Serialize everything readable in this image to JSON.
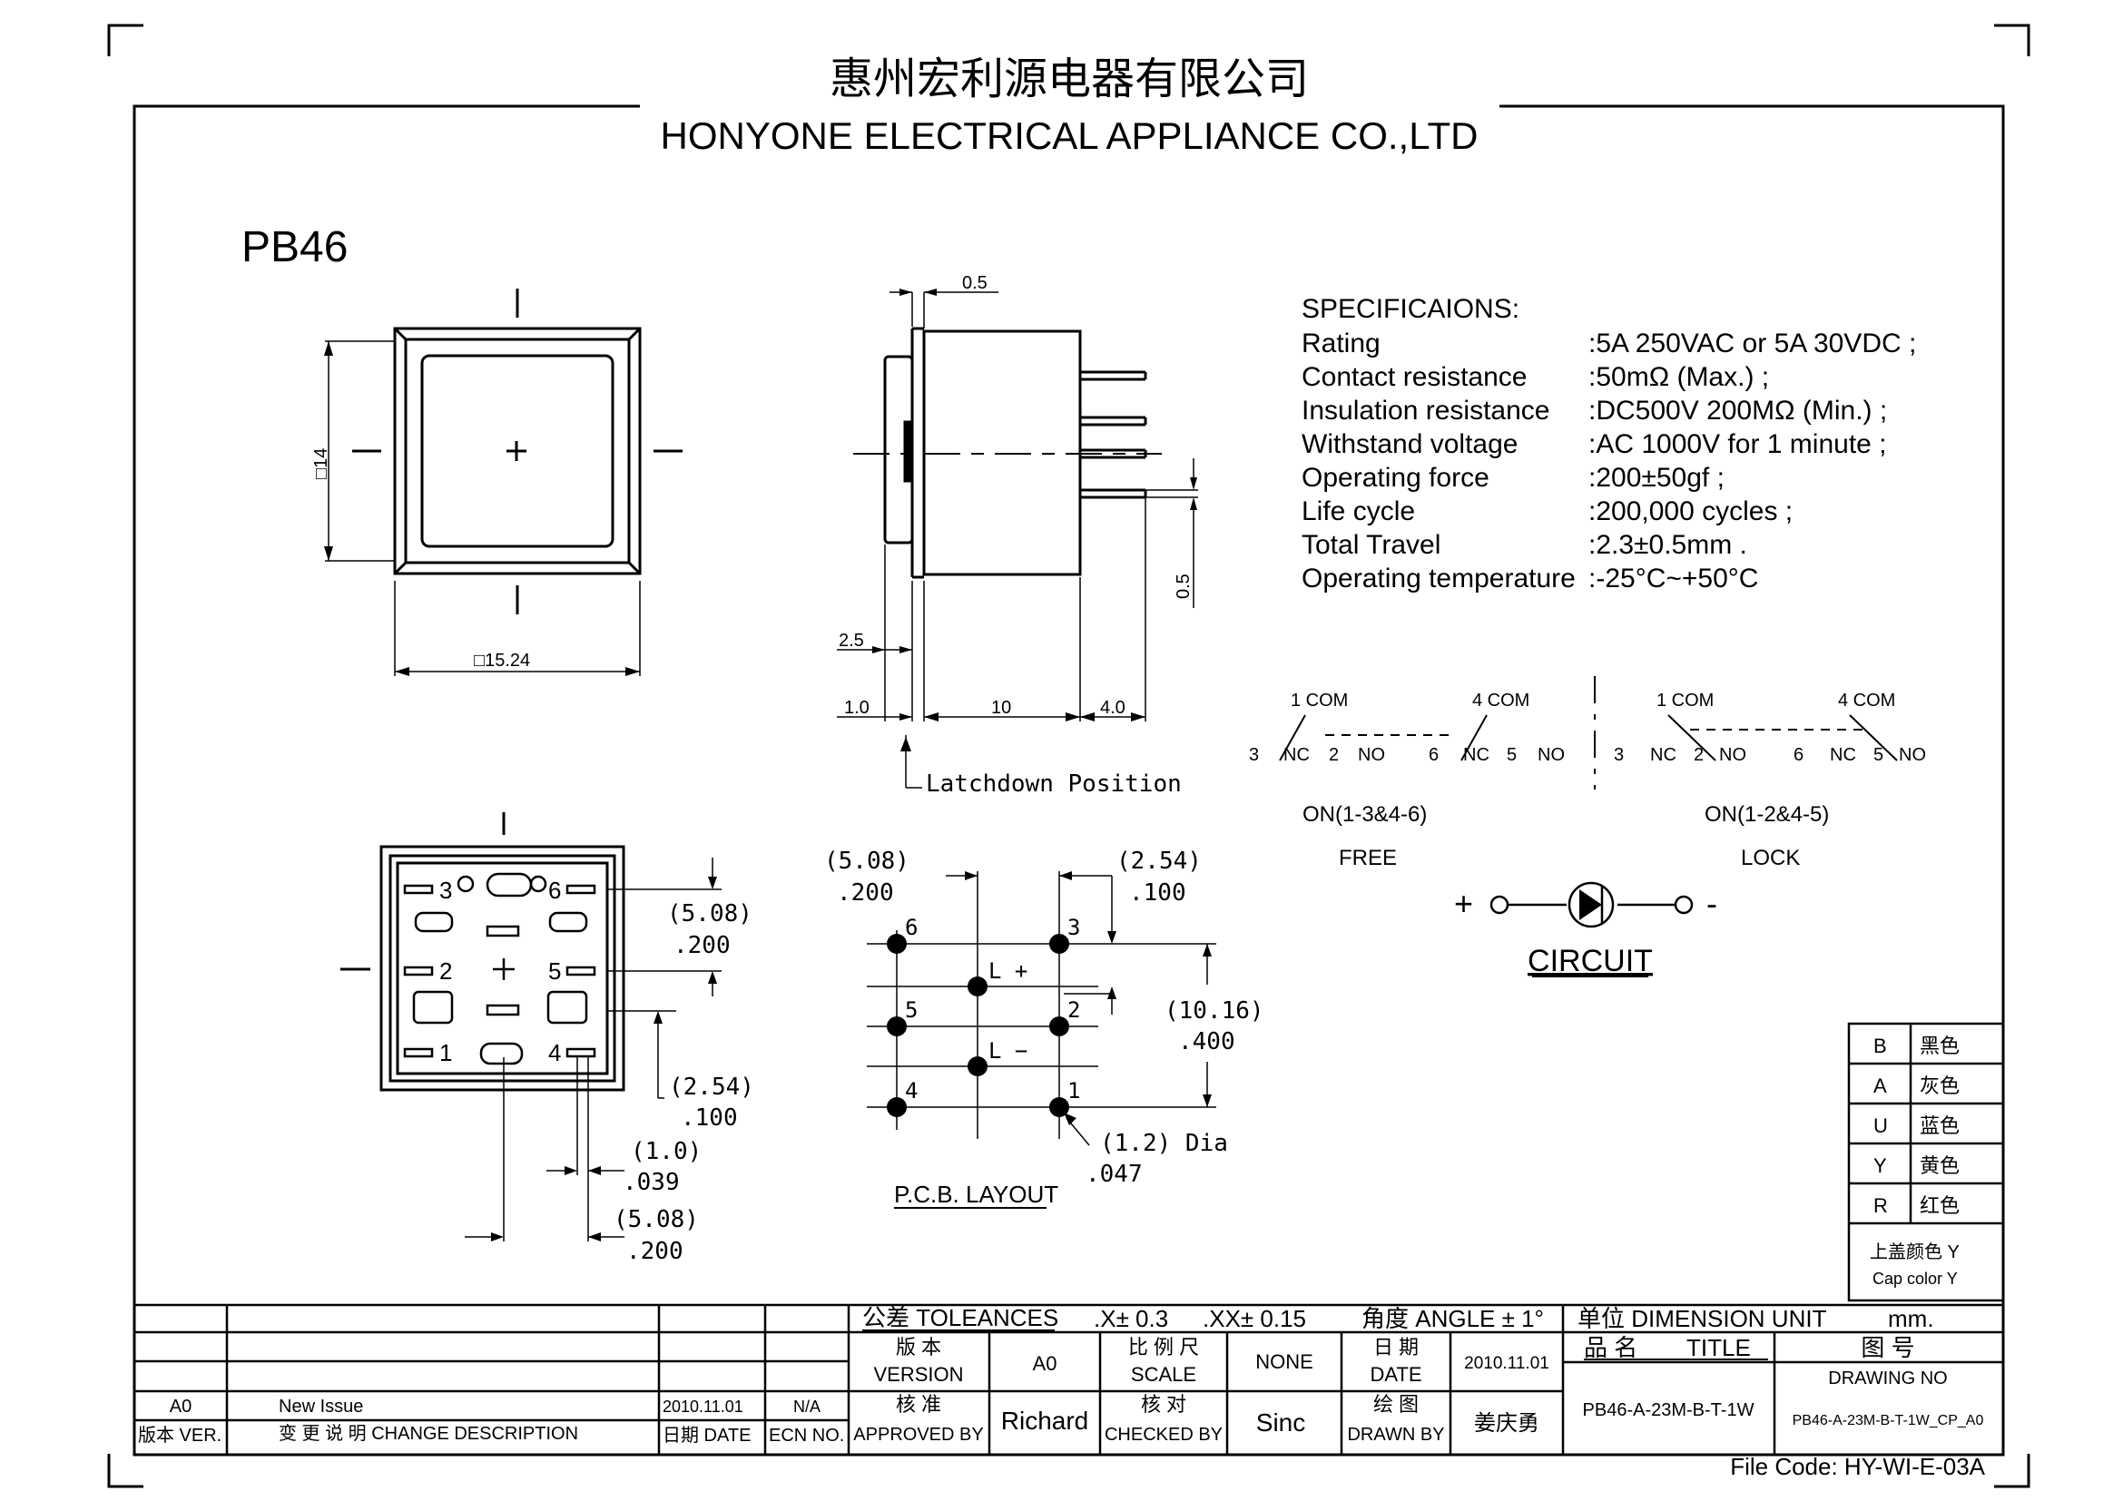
{
  "header": {
    "company_cn": "惠州宏利源电器有限公司",
    "company_en": "HONYONE  ELECTRICAL  APPLIANCE  CO.,LTD"
  },
  "model": "PB46",
  "front_view": {
    "dim_height": "□14",
    "dim_width": "□15.24"
  },
  "side_view": {
    "dim_top": "0.5",
    "dim_right": "0.5",
    "dim_left_upper": "2.5",
    "dim_left_lower": "1.0",
    "dim_mid": "10",
    "dim_right_lower": "4.0",
    "latch_label": "Latchdown  Position"
  },
  "specifications": {
    "title": "SPECIFICAIONS:",
    "rows": [
      {
        "label": "Rating",
        "value": ":5A 250VAC or 5A 30VDC ;"
      },
      {
        "label": "Contact resistance",
        "value": ":50mΩ  (Max.) ;"
      },
      {
        "label": "Insulation resistance",
        "value": ":DC500V   200MΩ (Min.) ;"
      },
      {
        "label": "Withstand voltage",
        "value": ":AC 1000V for 1 minute ;"
      },
      {
        "label": "Operating force",
        "value": ":200±50gf ;"
      },
      {
        "label": "Life  cycle",
        "value": ":200,000 cycles ;"
      },
      {
        "label": "Total Travel",
        "value": ":2.3±0.5mm ."
      },
      {
        "label": "Operating temperature",
        "value": ":-25°C~+50°C"
      }
    ]
  },
  "switch_diagram": {
    "free": {
      "com1": "1  COM",
      "com4": "4  COM",
      "n3": "3",
      "nc1": "NC",
      "n2": "2",
      "no1": "NO",
      "n6": "6",
      "nc2": "NC",
      "n5": "5",
      "no2": "NO",
      "state": "ON(1-3&4-6)",
      "mode": "FREE"
    },
    "lock": {
      "com1": "1  COM",
      "com4": "4  COM",
      "n3": "3",
      "nc1": "NC",
      "n2": "2",
      "no1": "NO",
      "n6": "6",
      "nc2": "NC",
      "n5": "5",
      "no2": "NO",
      "state": "ON(1-2&4-5)",
      "mode": "LOCK"
    }
  },
  "circuit": {
    "plus": "+",
    "minus": "-",
    "label": "CIRCUIT"
  },
  "bottom_view": {
    "pins": [
      "3",
      "6",
      "2",
      "5",
      "1",
      "4"
    ],
    "dim_a_mm": "(5.08)",
    "dim_a_in": ".200",
    "dim_b_mm": "(2.54)",
    "dim_b_in": ".100",
    "dim_c_mm": "(1.0)",
    "dim_c_in": ".039",
    "dim_d_mm": "(5.08)",
    "dim_d_in": ".200"
  },
  "pcb_layout": {
    "pins": [
      "6",
      "3",
      "5",
      "2",
      "4",
      "1"
    ],
    "l_plus": "L +",
    "l_minus": "L −",
    "dim_left_mm": "(5.08)",
    "dim_left_in": ".200",
    "dim_right_mm": "(2.54)",
    "dim_right_in": ".100",
    "dim_v_mm": "(10.16)",
    "dim_v_in": ".400",
    "dia_mm": "(1.2)  Dia",
    "dia_in": ".047",
    "label": "P.C.B. LAYOUT"
  },
  "color_table": {
    "rows": [
      {
        "code": "B",
        "color": "黑色"
      },
      {
        "code": "A",
        "color": "灰色"
      },
      {
        "code": "U",
        "color": "蓝色"
      },
      {
        "code": "Y",
        "color": "黄色"
      },
      {
        "code": "R",
        "color": "红色"
      }
    ],
    "footer_cn": "上盖颜色  Y",
    "footer_en": "Cap color Y"
  },
  "title_block": {
    "tolerances": "公差  TOLEANCES",
    "tol_x": ".X± 0.3",
    "tol_xx": ".XX± 0.15",
    "angle": "角度 ANGLE ± 1°",
    "unit": "单位   DIMENSION UNIT",
    "unit_val": "mm.",
    "version_cn": "版  本",
    "version_en": "VERSION",
    "version_val": "A0",
    "scale_cn": "比 例 尺",
    "scale_en": "SCALE",
    "scale_val": "NONE",
    "date_cn": "日  期",
    "date_en": "DATE",
    "date_val": "2010.11.01",
    "title_cn": "品   名",
    "title_en": "TITLE",
    "drawing_cn": "图   号",
    "drawing_en": "DRAWING NO",
    "approved_cn": "核  准",
    "approved_en": "APPROVED BY",
    "approved_val": "Richard",
    "checked_cn": "核  对",
    "checked_en": "CHECKED BY",
    "checked_val": "Sinc",
    "drawn_cn": "绘  图",
    "drawn_en": "DRAWN BY",
    "drawn_val": "姜庆勇",
    "title_val": "PB46-A-23M-B-T-1W",
    "drawing_val": "PB46-A-23M-B-T-1W_CP_A0",
    "rev_ver": "A0",
    "rev_desc": "New Issue",
    "rev_date": "2010.11.01",
    "rev_ecn": "N/A",
    "col_ver": "版本 VER.",
    "col_desc": "变 更 说 明   CHANGE DESCRIPTION",
    "col_date": "日期 DATE",
    "col_ecn": "ECN NO."
  },
  "file_code": "File Code: HY-WI-E-03A"
}
